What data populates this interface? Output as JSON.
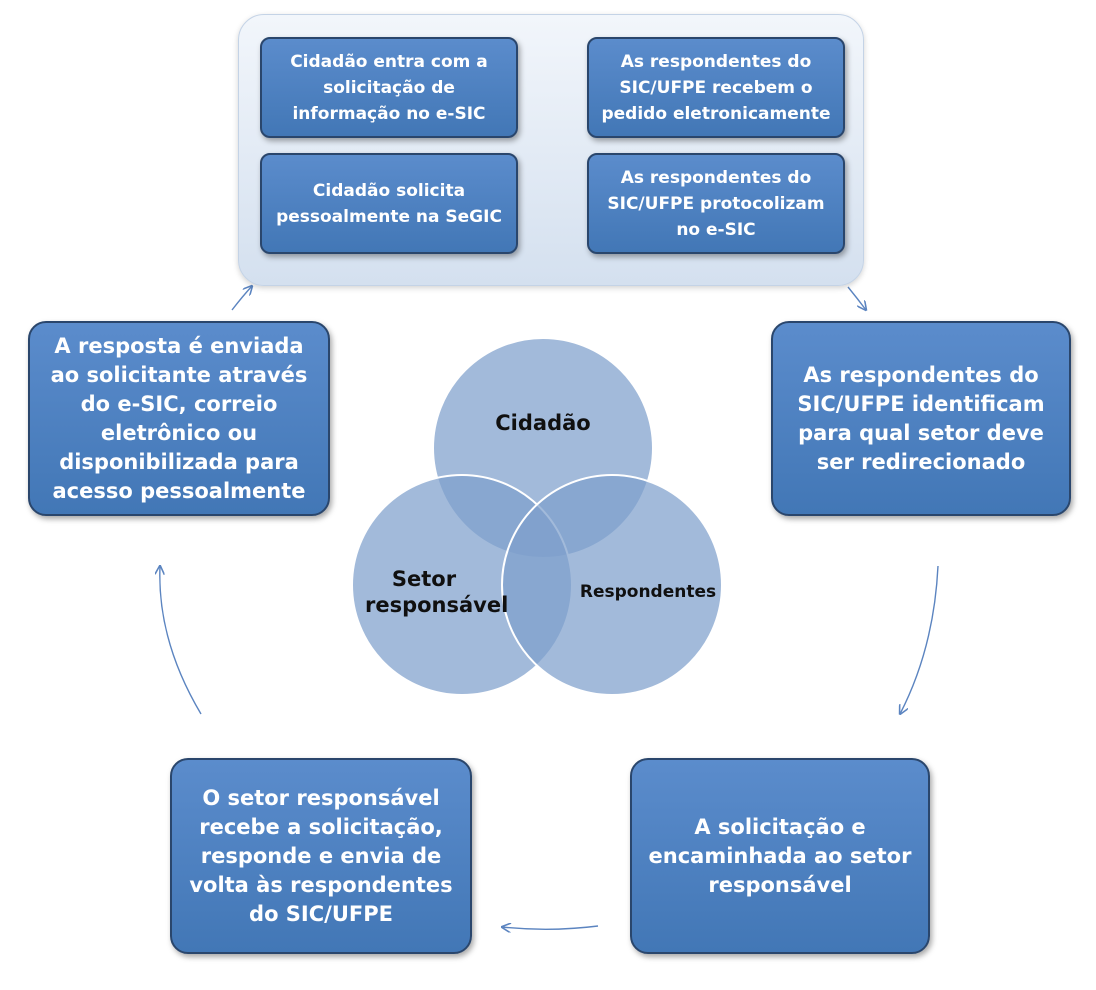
{
  "entry": {
    "box_online": "Cidadão entra com a solicitação de informação no e-SIC",
    "box_online_received": "As respondentes do SIC/UFPE recebem o pedido eletronicamente",
    "box_in_person": "Cidadão solicita pessoalmente na SeGIC",
    "box_in_person_registered": "As respondentes do SIC/UFPE protocolizam no e-SIC"
  },
  "steps": {
    "identify": "As respondentes do SIC/UFPE identificam para qual setor deve ser redirecionado",
    "forward": "A solicitação e encaminhada ao setor responsável",
    "sector_reply": "O setor responsável recebe a solicitação, responde e envia  de volta às respondentes do SIC/UFPE",
    "answer_sent": "A resposta é enviada ao solicitante através do e-SIC, correio eletrônico ou disponibilizada para acesso pessoalmente"
  },
  "venn": {
    "top": "Cidadão",
    "left": "Setor responsável",
    "right": "Respondentes"
  },
  "colors": {
    "box_fill": "#4f81bd",
    "box_border": "#2a466c",
    "circle_fill": "#7ea0cc",
    "arrow": "#5b84c0"
  }
}
